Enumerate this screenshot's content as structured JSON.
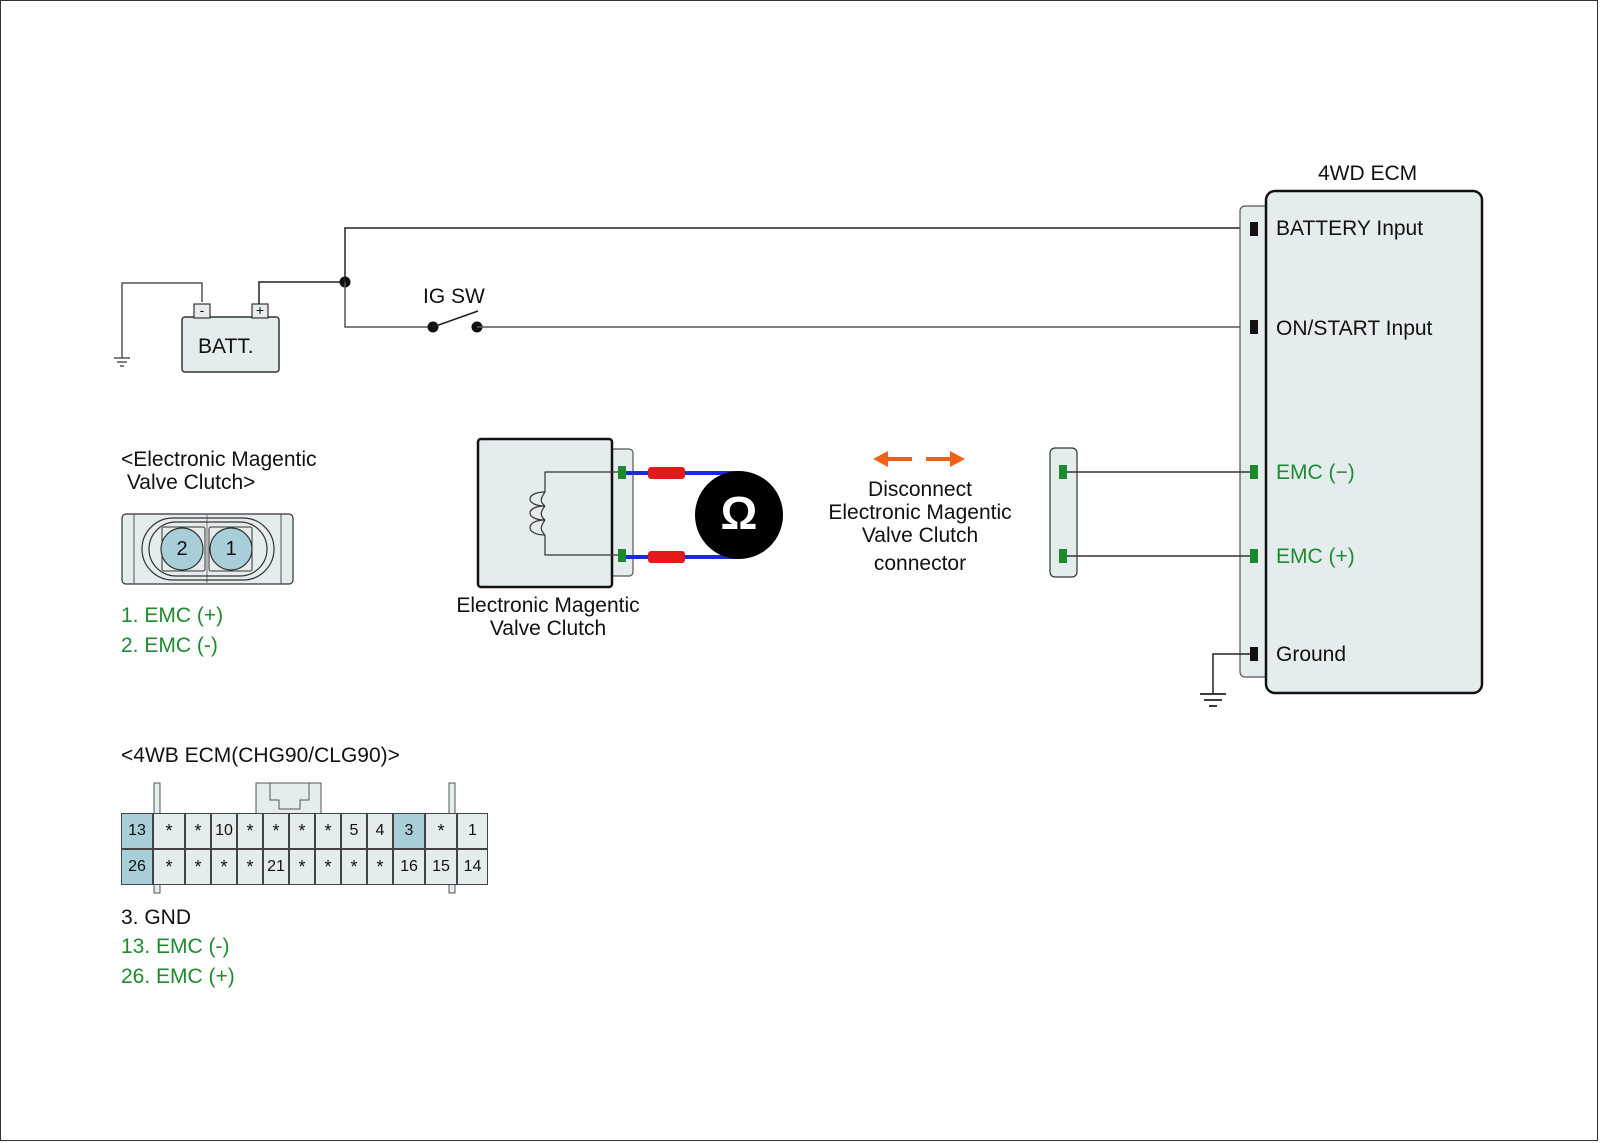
{
  "colors": {
    "wire": "#222222",
    "component_fill": "#e4ecee",
    "pin_green": "#1a8a2a",
    "pin_black": "#111111",
    "label_green": "#1f8a2f",
    "probe_blue": "#1c2bd8",
    "probe_red": "#e41a1a",
    "arrow_orange": "#f06018",
    "highlight_pin": "#a8cfd8"
  },
  "battery": {
    "label": "BATT.",
    "neg": "-",
    "pos": "+"
  },
  "ig_switch": {
    "label": "IG SW"
  },
  "ecm": {
    "title": "4WD ECM",
    "pins": [
      {
        "label": "BATTERY Input",
        "color": "black"
      },
      {
        "label": "ON/START Input",
        "color": "black"
      },
      {
        "label": "EMC (−)",
        "color": "green"
      },
      {
        "label": "EMC (+)",
        "color": "green"
      },
      {
        "label": "Ground",
        "color": "black"
      }
    ]
  },
  "clutch": {
    "label": "Electronic Magentic\nValve Clutch",
    "meter_symbol": "Ω"
  },
  "disconnect_note": {
    "text": "Disconnect\nElectronic Magentic\nValve Clutch",
    "text2": "connector"
  },
  "emc_connector": {
    "title": "<Electronic Magentic\n Valve Clutch>",
    "pins": [
      "2",
      "1"
    ],
    "legend": [
      {
        "text": "1. EMC (+)",
        "color": "green"
      },
      {
        "text": "2. EMC (-)",
        "color": "green"
      }
    ]
  },
  "ecm_connector": {
    "title": "<4WB ECM(CHG90/CLG90)>",
    "row1": [
      "13",
      "*",
      "*",
      "10",
      "*",
      "*",
      "*",
      "*",
      "5",
      "4",
      "3",
      "*",
      "1"
    ],
    "row2": [
      "26",
      "*",
      "*",
      "*",
      "*",
      "21",
      "*",
      "*",
      "*",
      "*",
      "16",
      "15",
      "14"
    ],
    "highlighted": [
      "13",
      "26",
      "3"
    ],
    "legend": [
      {
        "text": "3. GND",
        "color": "black"
      },
      {
        "text": "13. EMC (-)",
        "color": "green"
      },
      {
        "text": "26. EMC (+)",
        "color": "green"
      }
    ]
  }
}
